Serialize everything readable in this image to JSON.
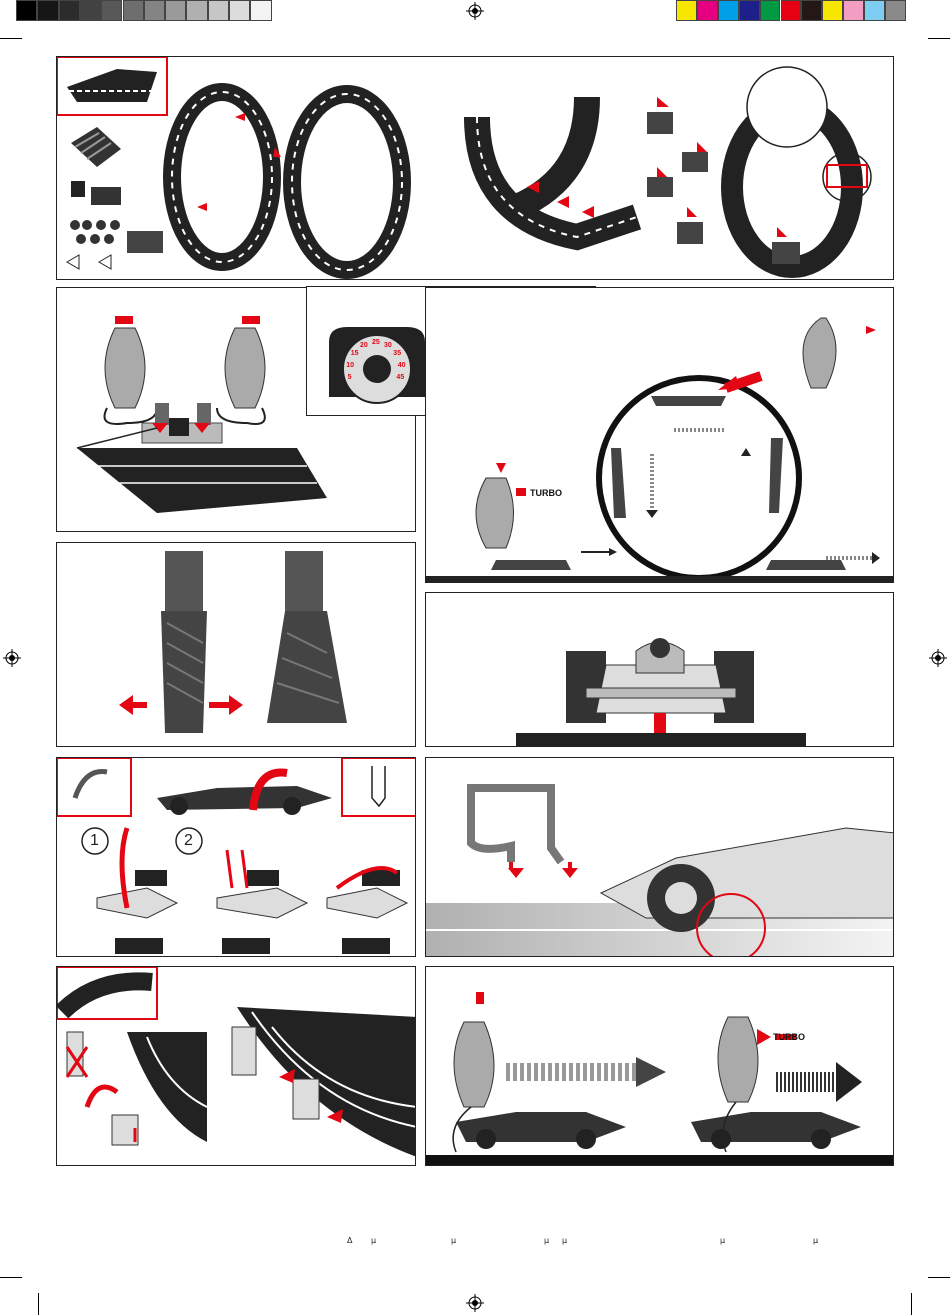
{
  "registration": {
    "grays": [
      "#000000",
      "#161616",
      "#2c2c2c",
      "#424242",
      "#585858",
      "#6e6e6e",
      "#848484",
      "#9a9a9a",
      "#b0b0b0",
      "#c6c6c6",
      "#dcdcdc",
      "#f4f4f4"
    ],
    "colors": [
      "#f6e600",
      "#e4007f",
      "#00a0e9",
      "#1d2088",
      "#009944",
      "#e60012",
      "#231815",
      "#f6e600",
      "#f29ec2",
      "#7ecef4",
      "#8a8a8a"
    ]
  },
  "panels": {
    "loop_assembly": {
      "note": ""
    },
    "controllers": {
      "note": ""
    },
    "lap_counter": {
      "dial_numbers": [
        "5",
        "10",
        "15",
        "20",
        "25",
        "30",
        "35",
        "40",
        "45"
      ],
      "approx_symbol_top": "≅",
      "approx_symbol_bottom": "≅"
    },
    "loop_turbo": {
      "turbo_label": "TURBO"
    },
    "braids": {
      "note": ""
    },
    "car_front": {
      "note": ""
    },
    "guide_change": {
      "step1": "1",
      "step2": "2"
    },
    "guide_keel": {
      "note": ""
    },
    "barriers": {
      "note": ""
    },
    "turbo_speed": {
      "turbo_label": "TURBO"
    }
  },
  "footer": {
    "glyphs": [
      "Δ",
      "μ",
      "μ",
      "μ",
      "μ",
      "μ",
      "μ"
    ]
  },
  "accent": "#e30613"
}
